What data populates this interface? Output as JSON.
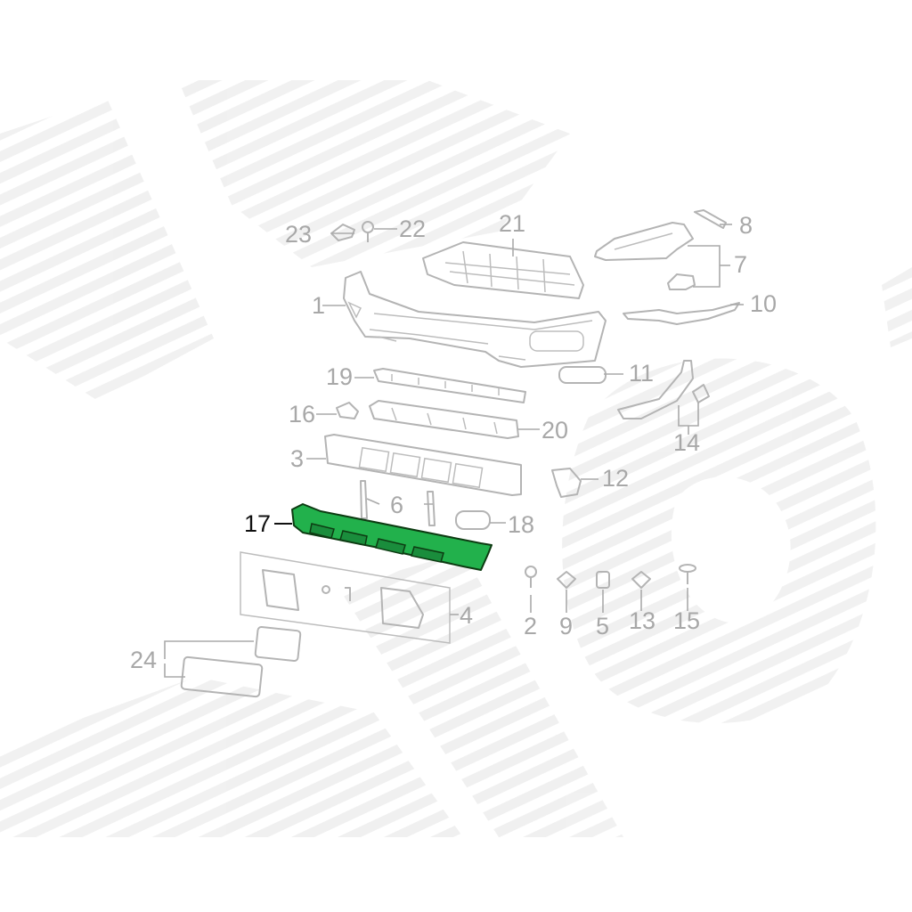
{
  "diagram": {
    "callouts": [
      {
        "id": "1",
        "text": "1"
      },
      {
        "id": "2",
        "text": "2"
      },
      {
        "id": "3",
        "text": "3"
      },
      {
        "id": "4",
        "text": "4"
      },
      {
        "id": "5",
        "text": "5"
      },
      {
        "id": "6",
        "text": "6"
      },
      {
        "id": "7",
        "text": "7"
      },
      {
        "id": "8",
        "text": "8"
      },
      {
        "id": "9",
        "text": "9"
      },
      {
        "id": "10",
        "text": "10"
      },
      {
        "id": "11",
        "text": "11"
      },
      {
        "id": "12",
        "text": "12"
      },
      {
        "id": "13",
        "text": "13"
      },
      {
        "id": "14",
        "text": "14"
      },
      {
        "id": "15",
        "text": "15"
      },
      {
        "id": "16",
        "text": "16"
      },
      {
        "id": "17",
        "text": "17"
      },
      {
        "id": "18",
        "text": "18"
      },
      {
        "id": "19",
        "text": "19"
      },
      {
        "id": "20",
        "text": "20"
      },
      {
        "id": "21",
        "text": "21"
      },
      {
        "id": "22",
        "text": "22"
      },
      {
        "id": "23",
        "text": "23"
      },
      {
        "id": "24",
        "text": "24"
      }
    ],
    "highlighted_part": "17",
    "colors": {
      "highlight_fill": "#22b14c",
      "highlight_stroke": "#0d3b12",
      "line_art": "#b4b4b4",
      "label": "#a8a8a8",
      "highlight_label": "#111111",
      "watermark": "#f1f1f1"
    }
  }
}
